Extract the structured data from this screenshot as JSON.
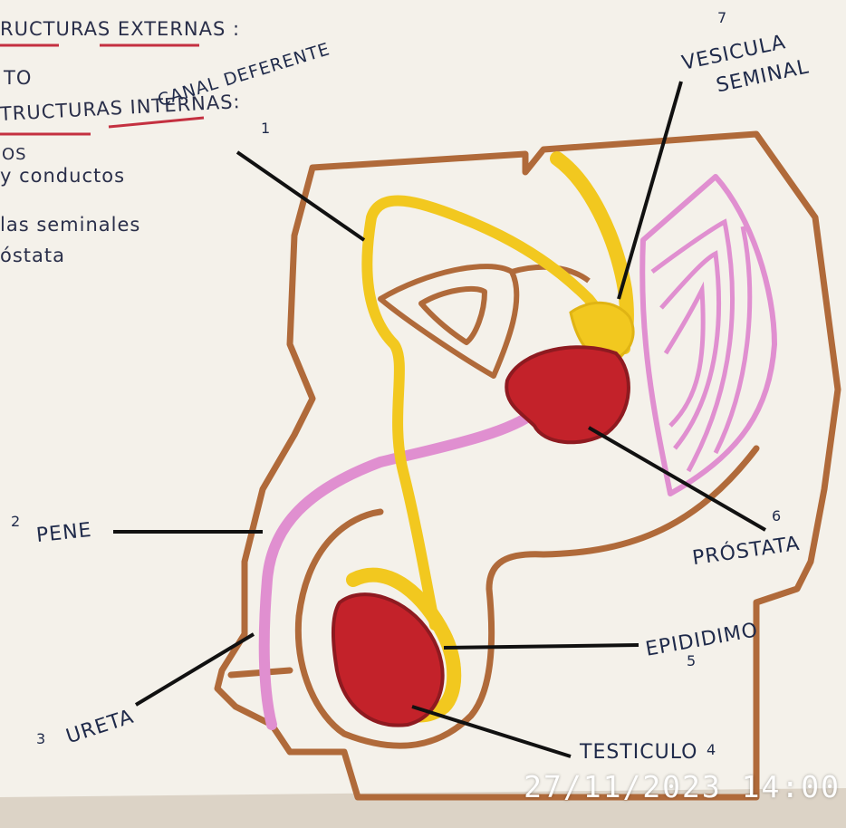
{
  "notes": {
    "line1": "RUCTURAS EXTERNAS :",
    "line2": "TO",
    "line3": "TRUCTURAS INTERNAS:",
    "line4": "OS",
    "line5": "y conductos",
    "line6": "las seminales",
    "line7": "óstata"
  },
  "labels": {
    "canal": {
      "text": "CANAL DEFERENTE",
      "num": "1"
    },
    "pene": {
      "text": "PENE",
      "num": "2"
    },
    "uretra": {
      "text": "URETA",
      "num": "3"
    },
    "testiculo": {
      "text": "TESTICULO",
      "num": "4"
    },
    "epididimo": {
      "text": "EPIDIDIMO",
      "num": "5"
    },
    "prostata": {
      "text": "PRÓSTATA",
      "num": "6"
    },
    "vesicula_1": "VESICULA",
    "vesicula_2": "SEMINAL",
    "vesicula_num": "7"
  },
  "timestamp": "27/11/2023  14:00",
  "colors": {
    "outline": "#b06a3a",
    "yellow": "#f2c81f",
    "red": "#c3222a",
    "pink": "#e08fd0",
    "ink": "#1f2a4a",
    "underline": "#c43040"
  }
}
